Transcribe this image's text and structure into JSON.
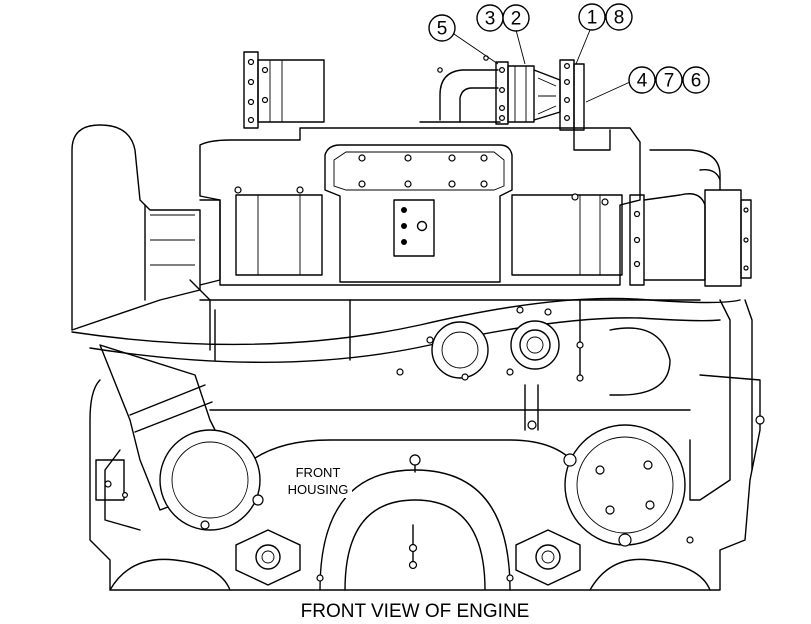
{
  "caption": "FRONT VIEW OF ENGINE",
  "labels": {
    "front_housing_line1": "FRONT",
    "front_housing_line2": "HOUSING"
  },
  "callouts": [
    {
      "id": "5",
      "text": "5"
    },
    {
      "id": "3",
      "text": "3"
    },
    {
      "id": "2",
      "text": "2"
    },
    {
      "id": "1",
      "text": "1"
    },
    {
      "id": "8",
      "text": "8"
    },
    {
      "id": "4",
      "text": "4"
    },
    {
      "id": "7",
      "text": "7"
    },
    {
      "id": "6",
      "text": "6"
    }
  ]
}
